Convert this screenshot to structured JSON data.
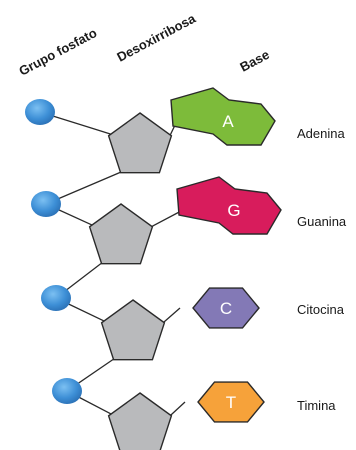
{
  "headers": {
    "phosphate": "Grupo fosfato",
    "sugar": "Desoxirribosa",
    "base": "Base"
  },
  "nucleotides": [
    {
      "letter": "A",
      "name": "Adenina",
      "shape": "purine",
      "color": "#7dbb3a"
    },
    {
      "letter": "G",
      "name": "Guanina",
      "shape": "purine",
      "color": "#d81c5c"
    },
    {
      "letter": "C",
      "name": "Citocina",
      "shape": "pyrimidine",
      "color": "#8379b6"
    },
    {
      "letter": "T",
      "name": "Timina",
      "shape": "pyrimidine",
      "color": "#f6a23a"
    }
  ],
  "colors": {
    "phosphate": "#3d8fd6",
    "sugar": "#b9babc",
    "outline": "#2a2a2a"
  }
}
